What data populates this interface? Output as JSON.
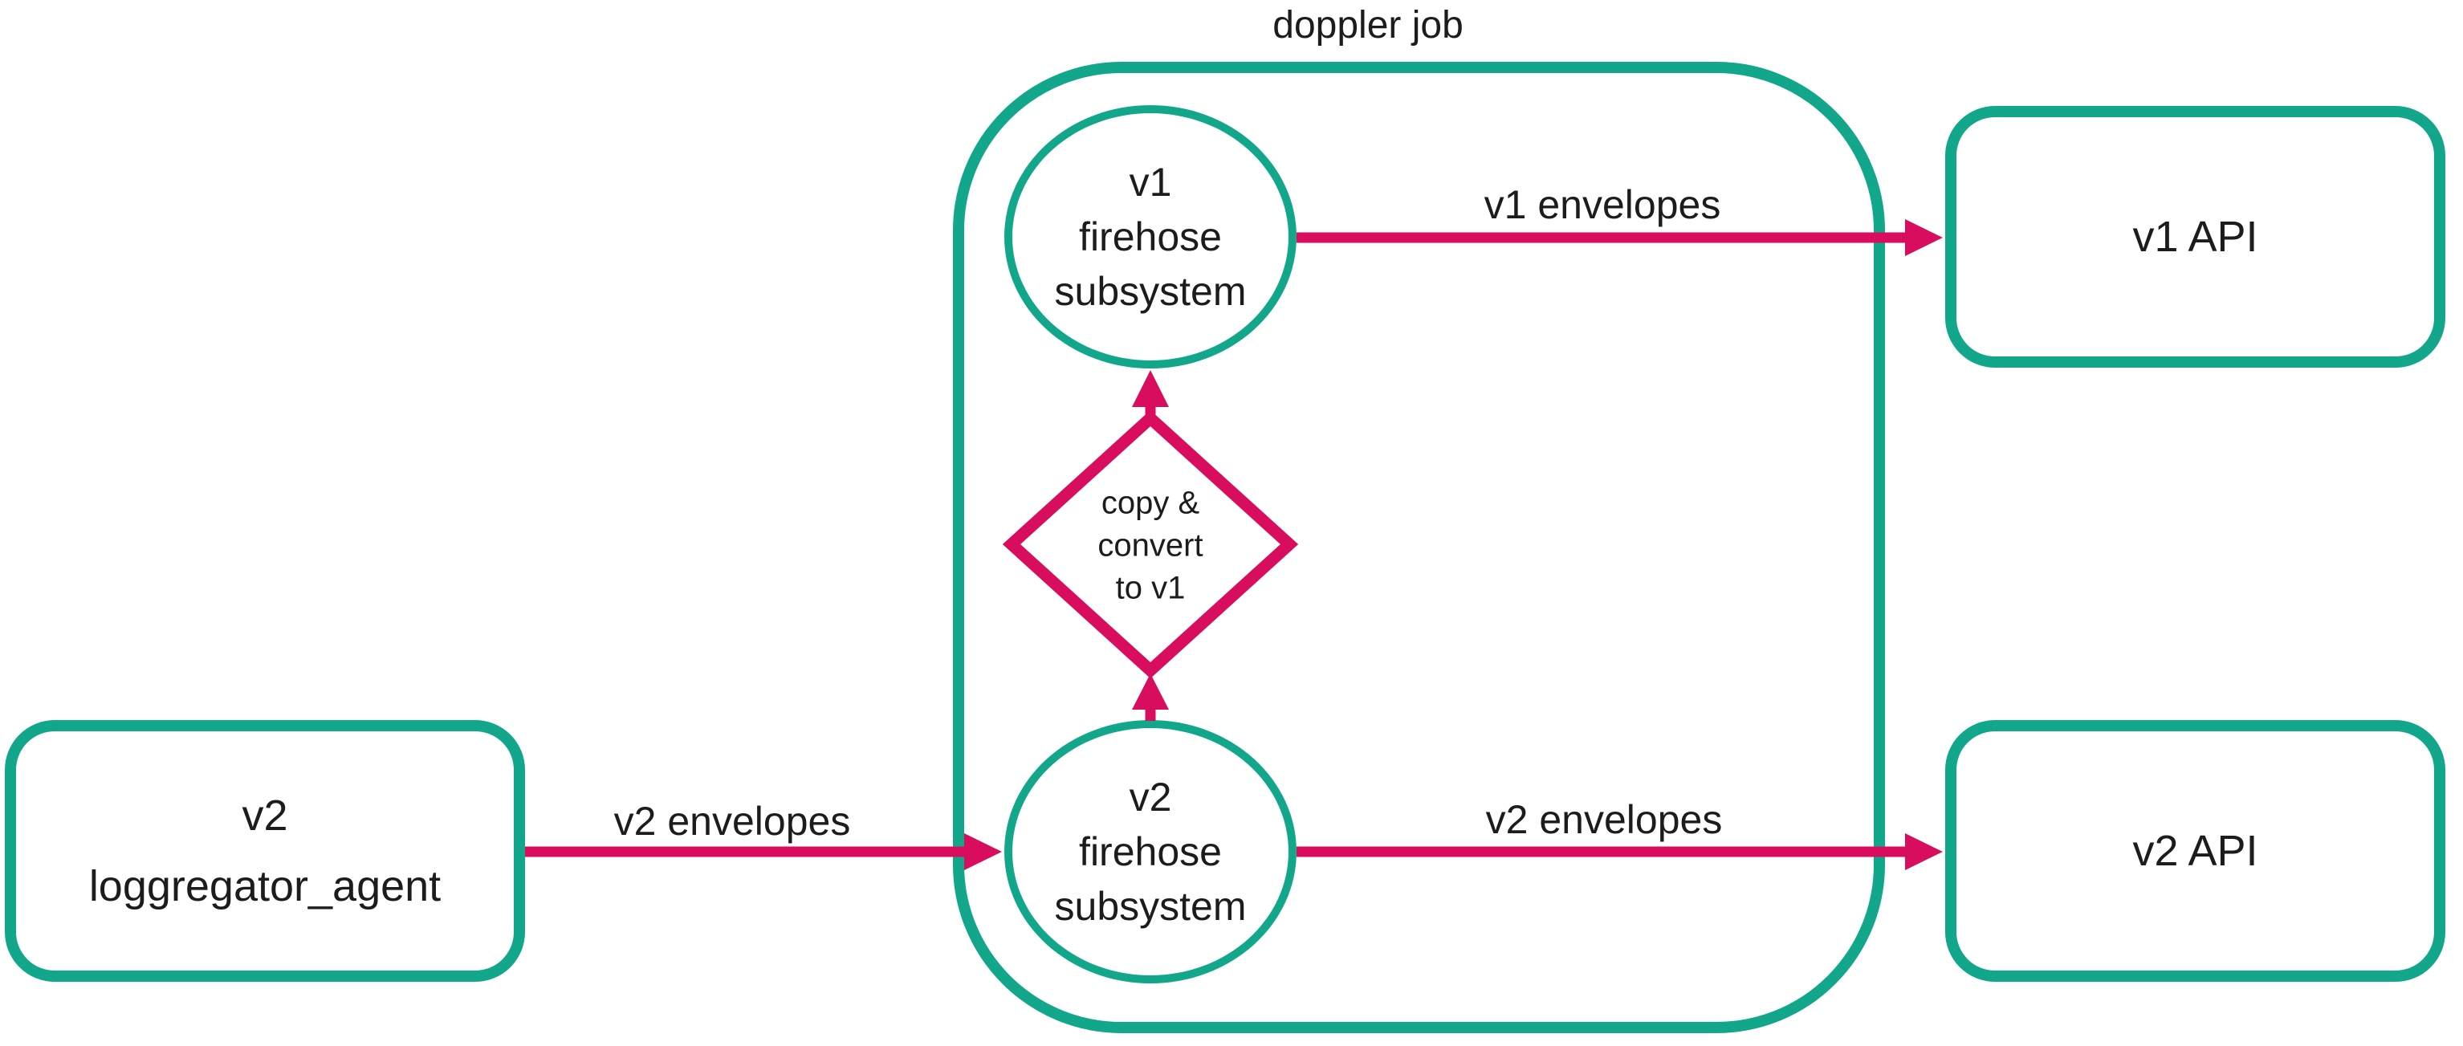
{
  "diagram": {
    "type": "flow-diagram",
    "container": {
      "label": "doppler job"
    },
    "nodes": {
      "loggregator": {
        "lines": [
          "v2",
          "loggregator_agent"
        ]
      },
      "v1_firehose": {
        "lines": [
          "v1",
          "firehose",
          "subsystem"
        ]
      },
      "v2_firehose": {
        "lines": [
          "v2",
          "firehose",
          "subsystem"
        ]
      },
      "copy_convert": {
        "lines": [
          "copy &",
          "convert",
          "to v1"
        ]
      },
      "v1_api": {
        "label": "v1 API"
      },
      "v2_api": {
        "label": "v2 API"
      }
    },
    "edges": {
      "v2_in": {
        "label": "v2 envelopes",
        "from": "loggregator",
        "to": "v2_firehose"
      },
      "v2_up": {
        "label": "",
        "from": "v2_firehose",
        "to": "copy_convert"
      },
      "v1_up": {
        "label": "",
        "from": "copy_convert",
        "to": "v1_firehose"
      },
      "v1_out": {
        "label": "v1 envelopes",
        "from": "v1_firehose",
        "to": "v1_api"
      },
      "v2_out": {
        "label": "v2 envelopes",
        "from": "v2_firehose",
        "to": "v2_api"
      }
    },
    "colors": {
      "node_border": "#12a78b",
      "arrow": "#d90d5e",
      "text": "#1c1c1c",
      "background": "#ffffff"
    }
  }
}
